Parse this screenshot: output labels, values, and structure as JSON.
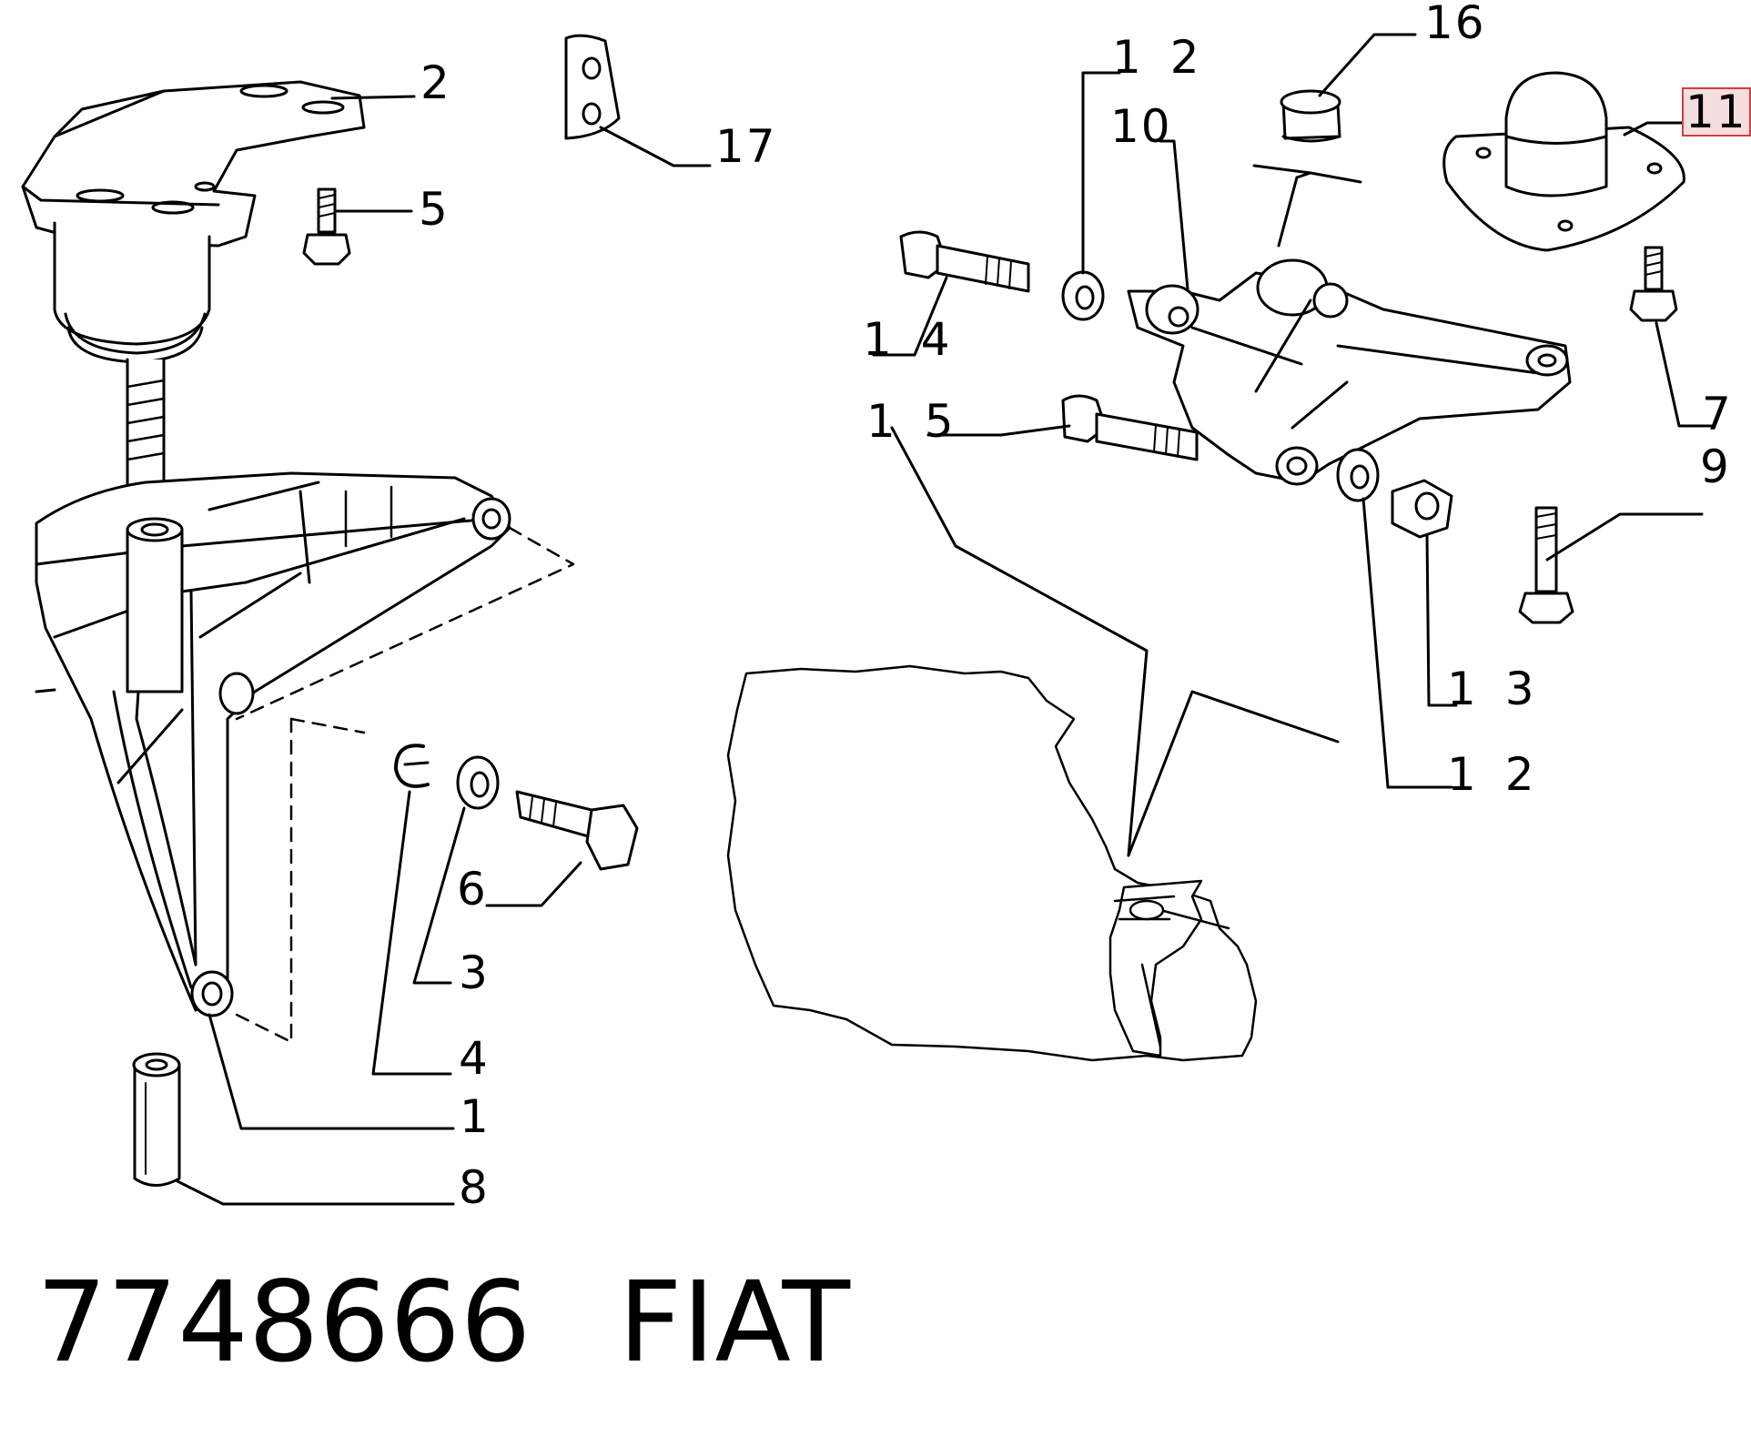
{
  "callouts": {
    "c1": "1",
    "c2": "2",
    "c3": "3",
    "c4": "4",
    "c5": "5",
    "c6": "6",
    "c7": "7",
    "c8": "8",
    "c9": "9",
    "c10": "10",
    "c11": "11",
    "c12a": "1 2",
    "c12b": "1 2",
    "c13": "1 3",
    "c14": "1 4",
    "c15": "1 5",
    "c16": "16",
    "c17": "17"
  },
  "caption": {
    "part_number": "7748666",
    "brand": "FIAT"
  },
  "colors": {
    "line": "#000000",
    "highlight_border": "#d04040",
    "highlight_fill": "#f6dede"
  }
}
